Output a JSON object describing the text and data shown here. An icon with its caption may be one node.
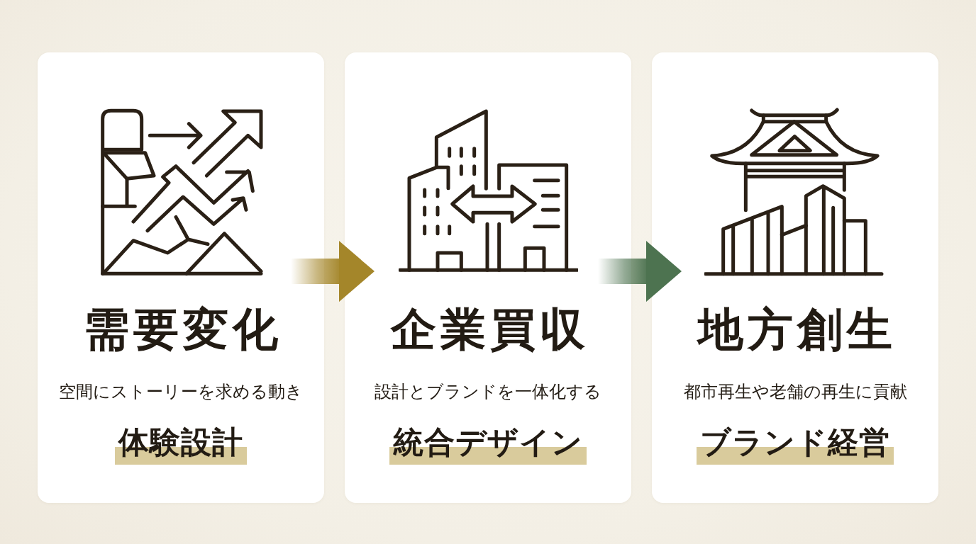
{
  "diagram": {
    "nodes": [
      {
        "text": [
          "需要変化",
          "空間にストーリーを求める動き",
          "体験設計"
        ]
      },
      {
        "text": [
          "企業買収",
          "設計とブランドを一体化する",
          "統合デザイン"
        ]
      },
      {
        "text": [
          "地方創生",
          "都市再生や老舗の再生に貢献",
          "ブランド経営"
        ]
      }
    ],
    "edges": [
      {
        "from": 0,
        "to": 1,
        "arrow": "to",
        "color": "#a4862a"
      },
      {
        "from": 1,
        "to": 2,
        "arrow": "to",
        "color": "#4d7350"
      }
    ]
  }
}
